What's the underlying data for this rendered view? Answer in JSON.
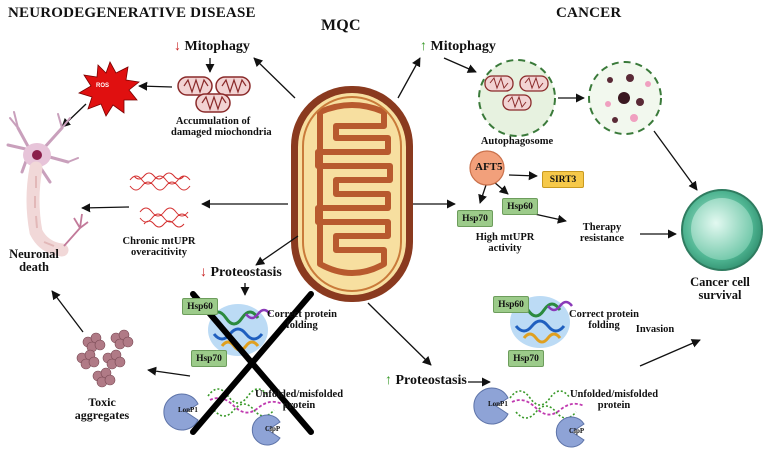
{
  "headers": {
    "left": "NEURODEGENERATIVE DISEASE",
    "center": "MQC",
    "right": "CANCER"
  },
  "left": {
    "mitophagy_arrow": "↓",
    "mitophagy": "Mitophagy",
    "ros": "ROS",
    "accumulation": [
      "Accumulation of",
      "damaged miochondria"
    ],
    "mtupr": [
      "Chronic mtUPR",
      "overacitivity"
    ],
    "neuronal": [
      "Neuronal",
      "death"
    ],
    "proteostasis_arrow": "↓",
    "proteostasis": "Proteostasis",
    "hsp60": "Hsp60",
    "hsp70": "Hsp70",
    "correct": [
      "Correct protein",
      "folding"
    ],
    "unfolded": [
      "Unfolded/misfolded",
      "protein"
    ],
    "lonp": "LonP1",
    "clpp": "ClpP",
    "toxic": [
      "Toxic",
      "aggregates"
    ]
  },
  "right": {
    "mitophagy_arrow": "↑",
    "mitophagy": "Mitophagy",
    "autophagosome": "Autophagosome",
    "aft5": "AFT5",
    "sirt3": "SIRT3",
    "hsp60_top": "Hsp60",
    "hsp70_top": "Hsp70",
    "mtupr": [
      "High mtUPR",
      "activity"
    ],
    "therapy": [
      "Therapy",
      "resistance"
    ],
    "survival": [
      "Cancer cell",
      "survival"
    ],
    "invasion": "Invasion",
    "proteostasis_arrow": "↑",
    "proteostasis": "Proteostasis",
    "hsp60": "Hsp60",
    "hsp70": "Hsp70",
    "correct": [
      "Correct protein",
      "folding"
    ],
    "unfolded": [
      "Unfolded/misfolded",
      "protein"
    ],
    "lonp": "LonP1",
    "clpp": "ClpP"
  },
  "colors": {
    "mito_outer": "#8a3a1f",
    "mito_inner": "#f7dfa0",
    "mito_matrix": "#b85a2e",
    "hsp_box": "#9ccb8a",
    "ros_star": "#e01010",
    "aft5": "#f2a07b",
    "sirt3": "#f6c94a",
    "protease": "#8ea3d6",
    "cancer_cell": "#5fbfa0",
    "aggregate": "#b07a86",
    "arrow_up": "#3a9a2a",
    "arrow_down": "#c81e1e"
  }
}
